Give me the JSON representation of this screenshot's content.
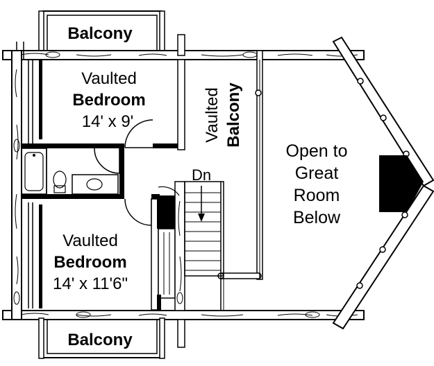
{
  "rooms": {
    "balcony_top": {
      "name": "Balcony"
    },
    "bedroom_top": {
      "line1": "Vaulted",
      "line2": "Bedroom",
      "size": "14' x 9'"
    },
    "vaulted_balcony": {
      "line1": "Vaulted",
      "line2": "Balcony"
    },
    "stair": {
      "label": "Dn"
    },
    "open_area": {
      "line1": "Open to",
      "line2": "Great",
      "line3": "Room",
      "line4": "Below"
    },
    "bedroom_bottom": {
      "line1": "Vaulted",
      "line2": "Bedroom",
      "size": "14' x 11'6\""
    },
    "balcony_bottom": {
      "name": "Balcony"
    }
  },
  "colors": {
    "ink": "#000000",
    "paper": "#ffffff"
  }
}
